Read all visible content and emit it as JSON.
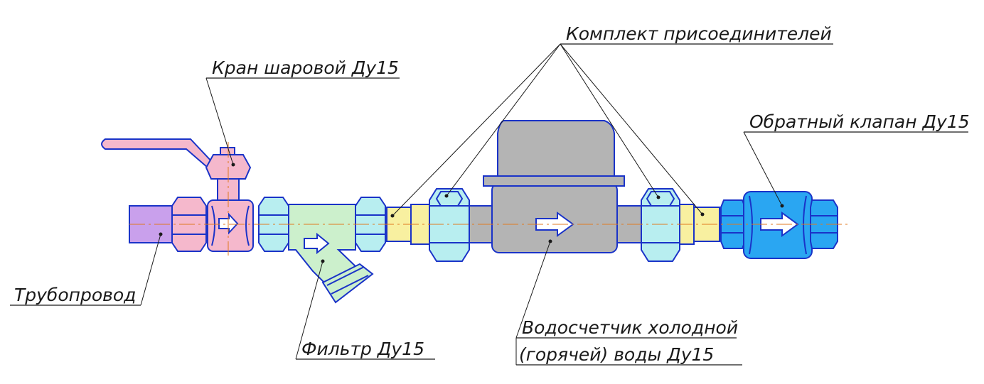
{
  "labels": {
    "ball_valve": "Кран шаровой Ду15",
    "connectors": "Комплект присоединителей",
    "check_valve": "Обратный клапан Ду15",
    "pipeline": "Трубопровод",
    "filter": "Фильтр Ду15",
    "meter_line1": "Водосчетчик холодной",
    "meter_line2": "(горячей) воды Ду15"
  },
  "colors": {
    "outline": "#1a33c8",
    "pipe": "#c9a0ec",
    "ball_valve": "#f5b8cc",
    "filter": "#ccf0cc",
    "nut": "#b8eef0",
    "fitting": "#f8f0a0",
    "meter": "#b4b4b4",
    "check_valve": "#2aa6f2",
    "axis": "#e07a20"
  }
}
